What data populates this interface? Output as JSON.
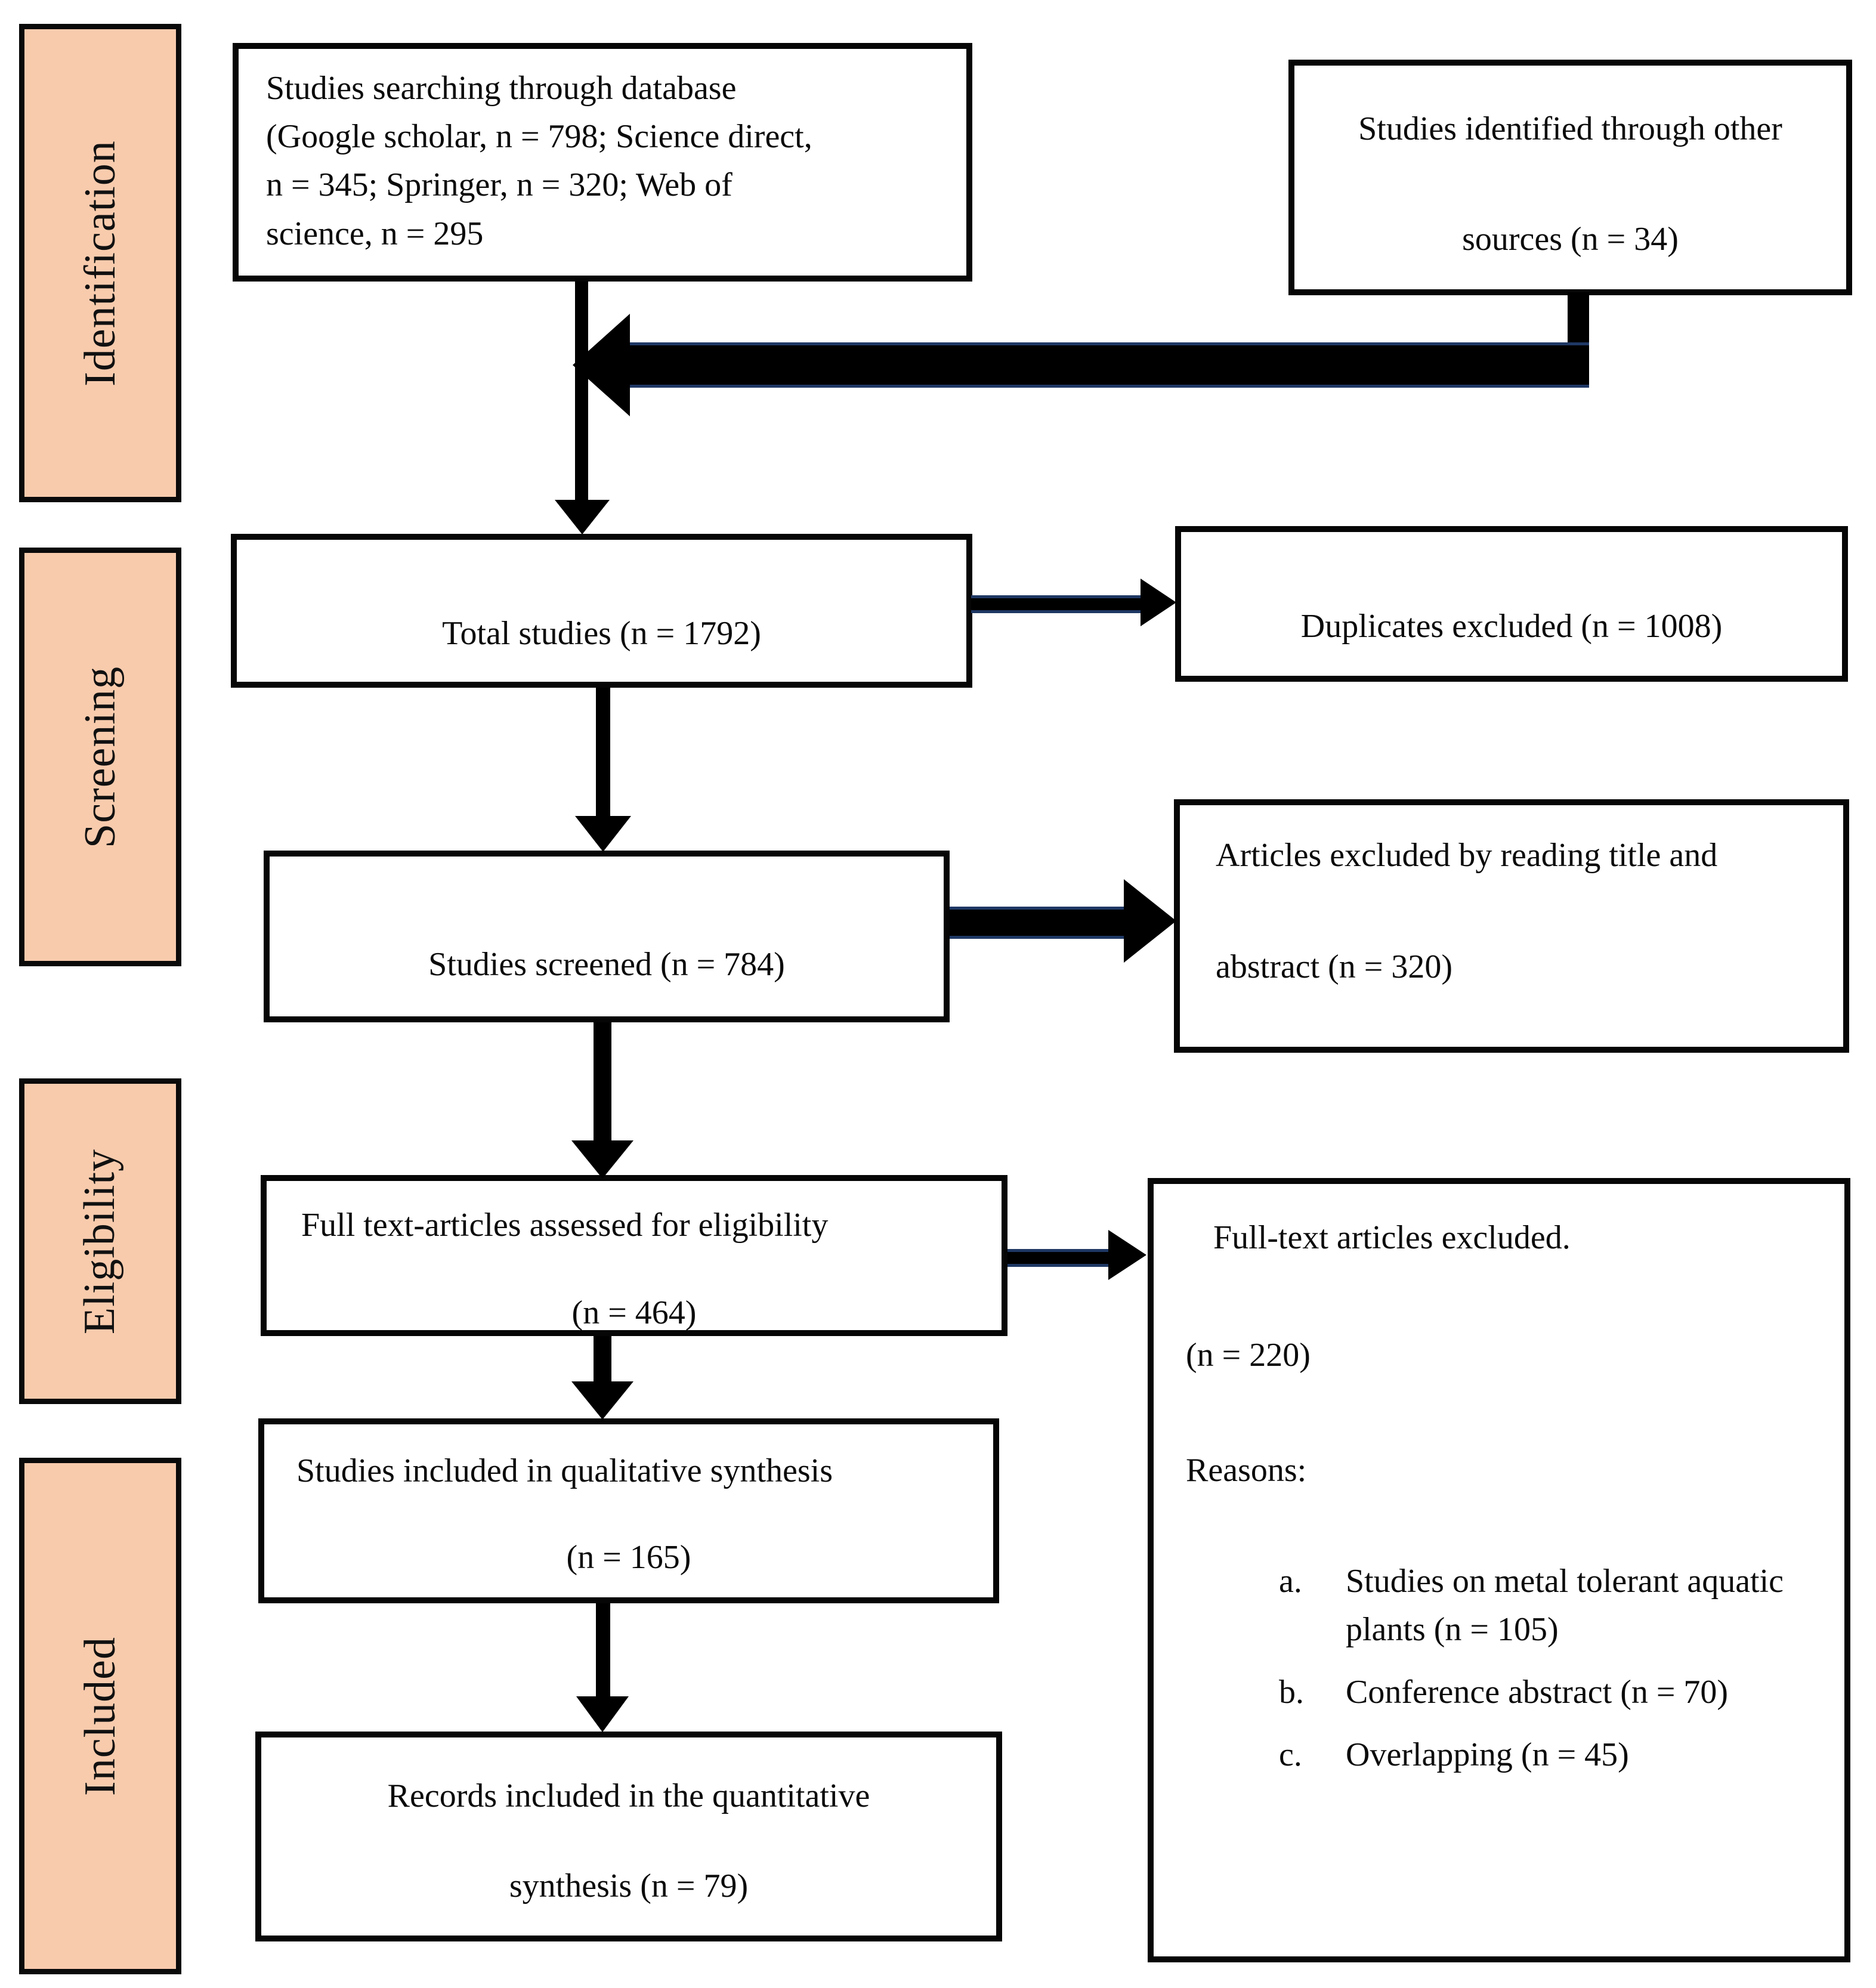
{
  "diagram": {
    "stages": [
      {
        "label": "Identification"
      },
      {
        "label": "Screening"
      },
      {
        "label": "Eligibility"
      },
      {
        "label": "Included"
      }
    ],
    "boxes": {
      "database_search": {
        "lines": [
          "Studies searching through database",
          "(Google scholar, n = 798; Science direct,",
          "n = 345; Springer, n = 320; Web of",
          "science, n = 295"
        ]
      },
      "other_sources": {
        "lines": [
          "Studies identified through other",
          "sources (n = 34)"
        ]
      },
      "total_studies": {
        "text": "Total studies (n = 1792)"
      },
      "duplicates_excluded": {
        "text": "Duplicates excluded (n = 1008)"
      },
      "studies_screened": {
        "text": "Studies screened (n = 784)"
      },
      "title_abstract_excluded": {
        "lines": [
          "Articles excluded by reading title and",
          "abstract (n = 320)"
        ]
      },
      "fulltext_assessed": {
        "lines": [
          "Full text-articles assessed for eligibility",
          "(n = 464)"
        ]
      },
      "fulltext_excluded": {
        "title": "Full-text articles excluded.",
        "count": "(n = 220)",
        "reasons_label": "Reasons:",
        "reasons": [
          {
            "marker": "a.",
            "text": "Studies on metal tolerant aquatic plants (n = 105)"
          },
          {
            "marker": "b.",
            "text": "Conference abstract (n = 70)"
          },
          {
            "marker": "c.",
            "text": "Overlapping (n = 45)"
          }
        ]
      },
      "qualitative": {
        "lines": [
          "Studies included in qualitative synthesis",
          "(n = 165)"
        ]
      },
      "quantitative": {
        "lines": [
          "Records included in the quantitative",
          "synthesis (n = 79)"
        ]
      }
    },
    "colors": {
      "stage_fill": "#F8CBAD",
      "box_fill": "#FFFFFF",
      "border": "#000000",
      "arrow": "#000000",
      "arrow_accent": "#1F3864"
    }
  }
}
